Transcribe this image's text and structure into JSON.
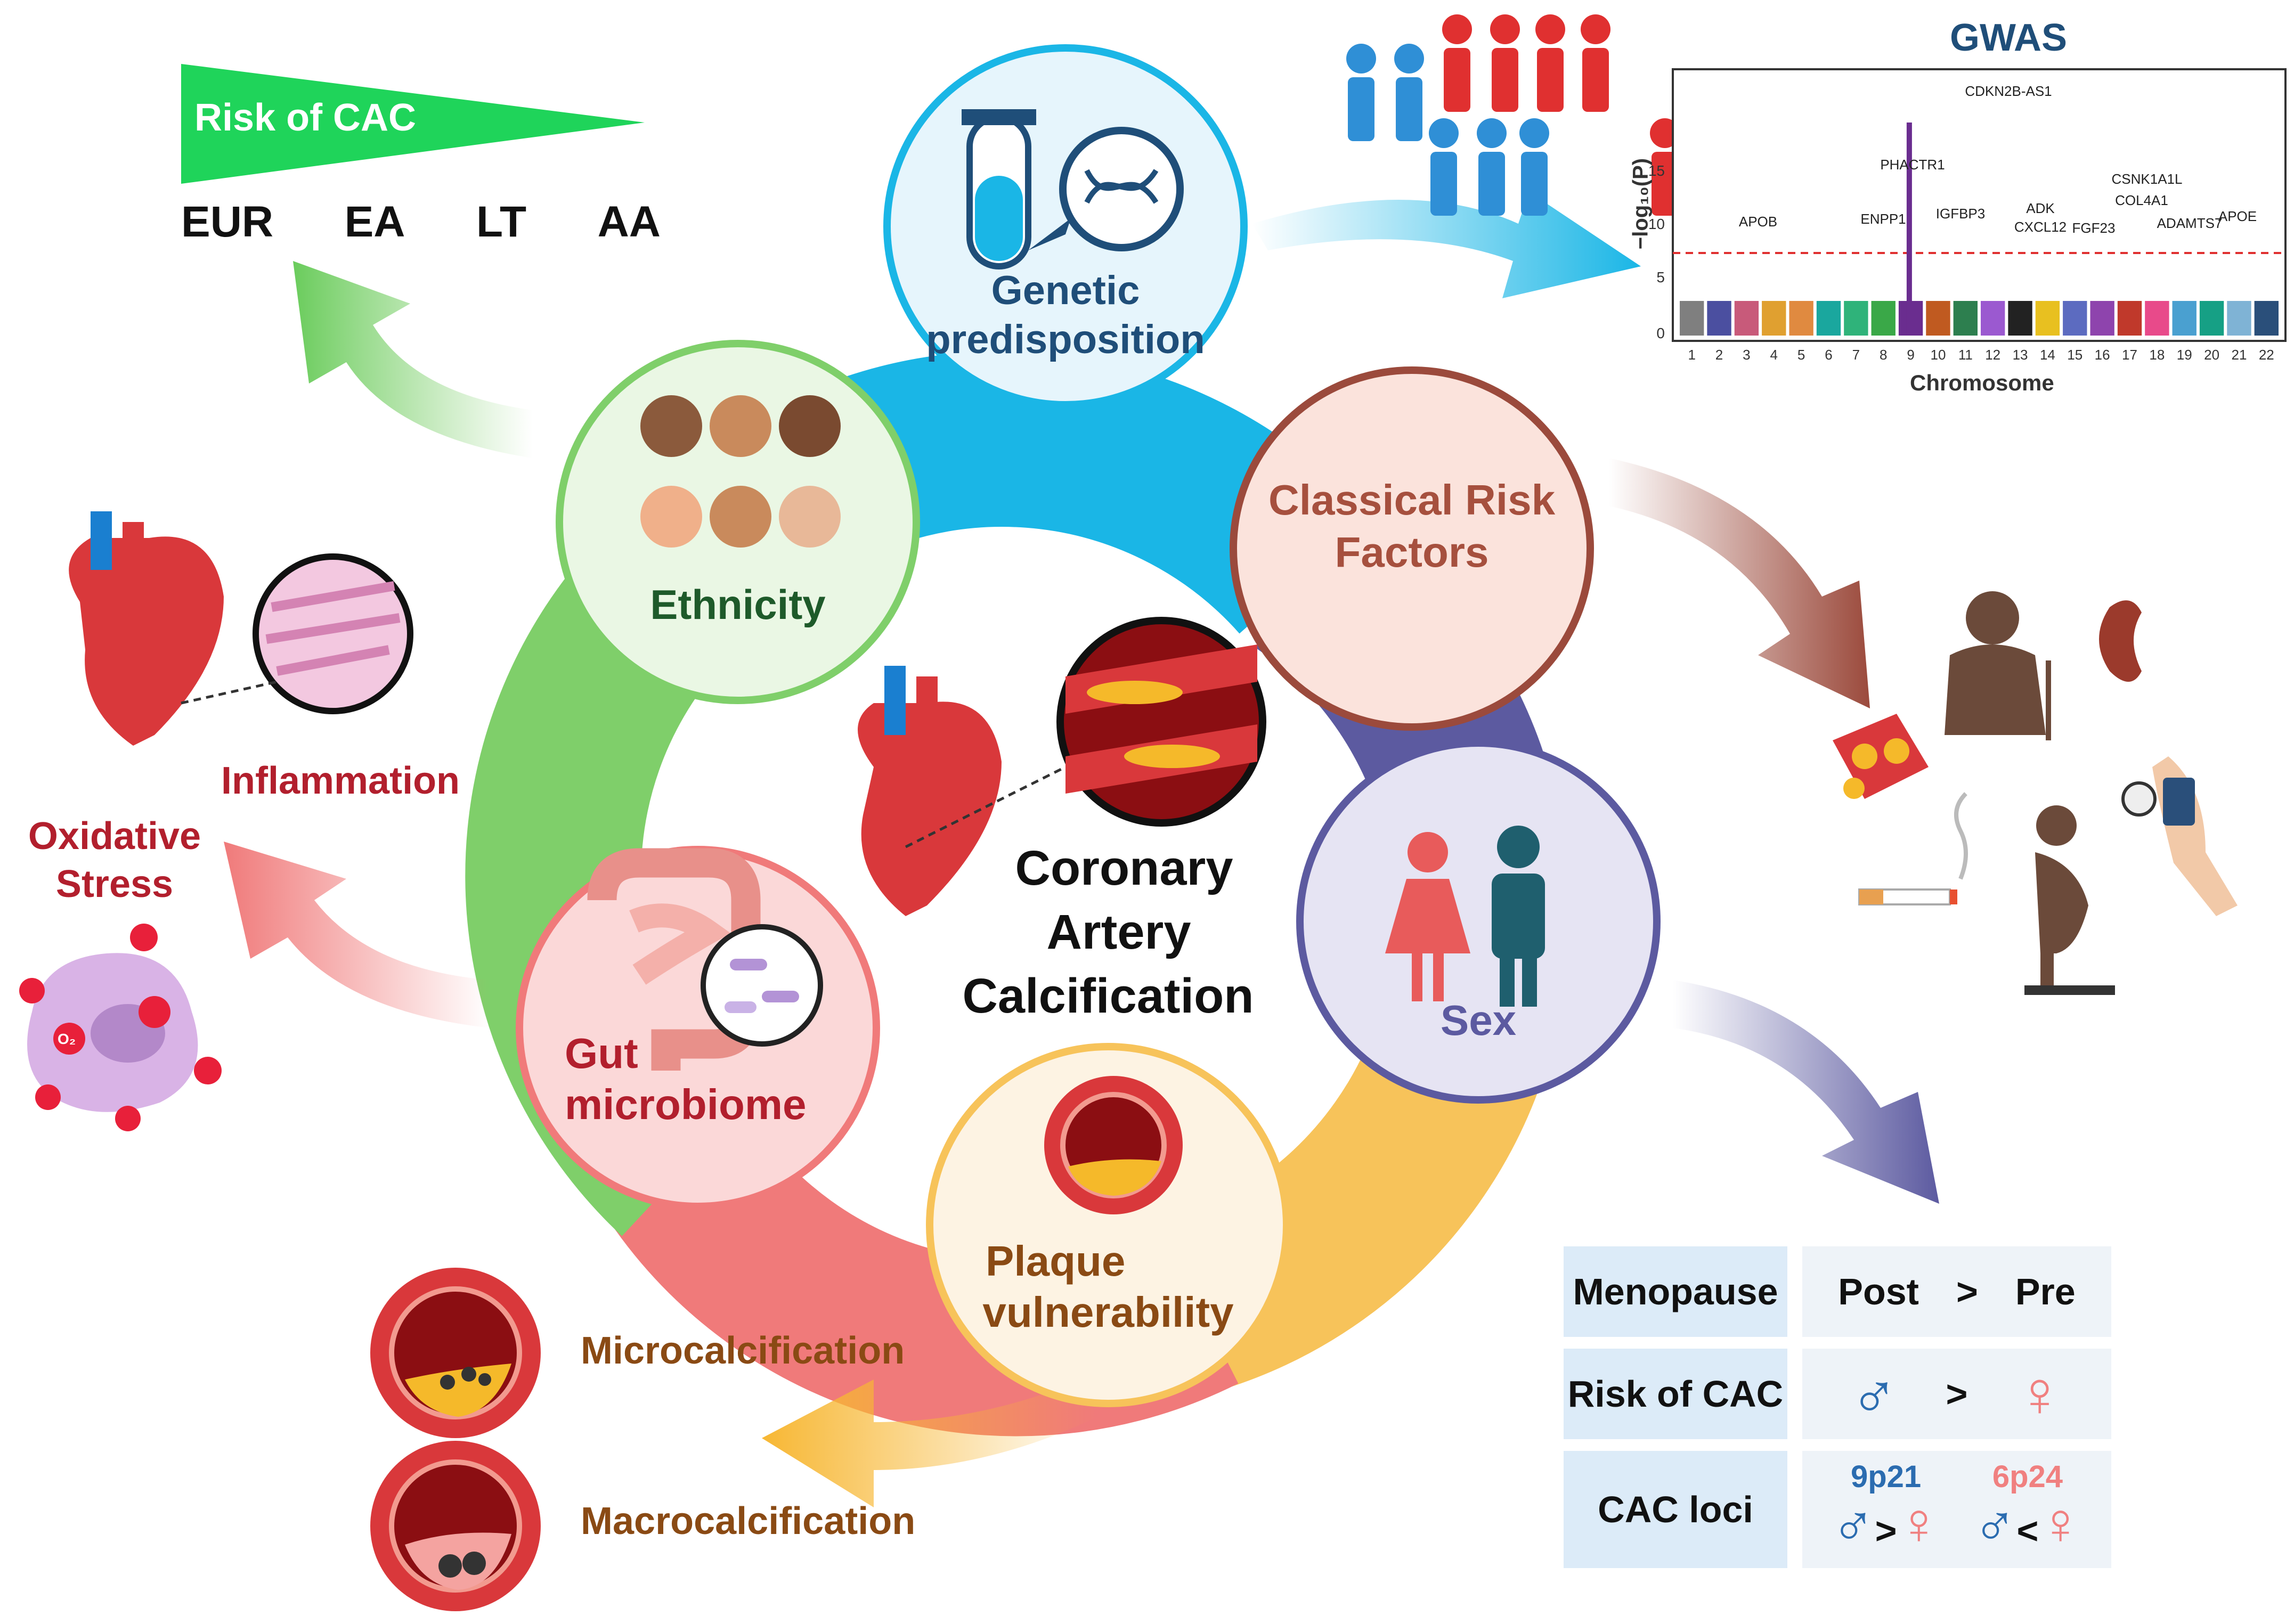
{
  "center": {
    "line1": "Coronary",
    "line2": "Artery",
    "line3": "Calcification"
  },
  "nodes": {
    "genetic": {
      "line1": "Genetic",
      "line2": "predisposition"
    },
    "classical": {
      "line1": "Classical Risk",
      "line2": "Factors"
    },
    "sex": {
      "label": "Sex"
    },
    "plaque": {
      "line1": "Plaque",
      "line2": "vulnerability"
    },
    "gut": {
      "line1": "Gut",
      "line2": "microbiome"
    },
    "ethnicity": {
      "label": "Ethnicity"
    }
  },
  "risk_ethnicity": {
    "title": "Risk of CAC",
    "groups": [
      "EUR",
      "EA",
      "LT",
      "AA"
    ]
  },
  "inflammation": {
    "label": "Inflammation"
  },
  "oxidative": {
    "line1": "Oxidative",
    "line2": "Stress"
  },
  "calcification": {
    "micro": "Microcalcification",
    "macro": "Macrocalcification"
  },
  "oxygen_label": "O₂",
  "gwas": {
    "title": "GWAS",
    "ylabel": "−log₁₀(P)",
    "xlabel": "Chromosome",
    "yticks": [
      "0",
      "5",
      "10",
      "15"
    ],
    "chromosomes": [
      "1",
      "2",
      "3",
      "4",
      "5",
      "6",
      "7",
      "8",
      "9",
      "10",
      "11",
      "12",
      "13",
      "14",
      "15",
      "16",
      "17",
      "18",
      "19",
      "20",
      "21",
      "22"
    ],
    "genes": [
      "APOB",
      "ENPP1",
      "PHACTR1",
      "IGFBP3",
      "CDKN2B-AS1",
      "ADK",
      "CXCL12",
      "FGF23",
      "CSNK1A1L",
      "COL4A1",
      "ADAMTS7",
      "APOE"
    ]
  },
  "table": {
    "rows": [
      {
        "label": "Menopause",
        "left": "Post",
        "op": ">",
        "right": "Pre"
      },
      {
        "label": "Risk of CAC",
        "op": ">"
      },
      {
        "label": "CAC loci",
        "locus1": "9p21",
        "locus2": "6p24",
        "op1": ">",
        "op2": "<"
      }
    ],
    "male_symbol": "♂",
    "female_symbol": "♀"
  },
  "colors": {
    "genetic": "#1ab6e6",
    "classical": "#9b4a3c",
    "sex": "#5c5aa0",
    "plaque": "#f7c35a",
    "gut": "#f07a7a",
    "ethnicity": "#7fcf6a",
    "male": "#2b6cb0",
    "female": "#f08080"
  }
}
